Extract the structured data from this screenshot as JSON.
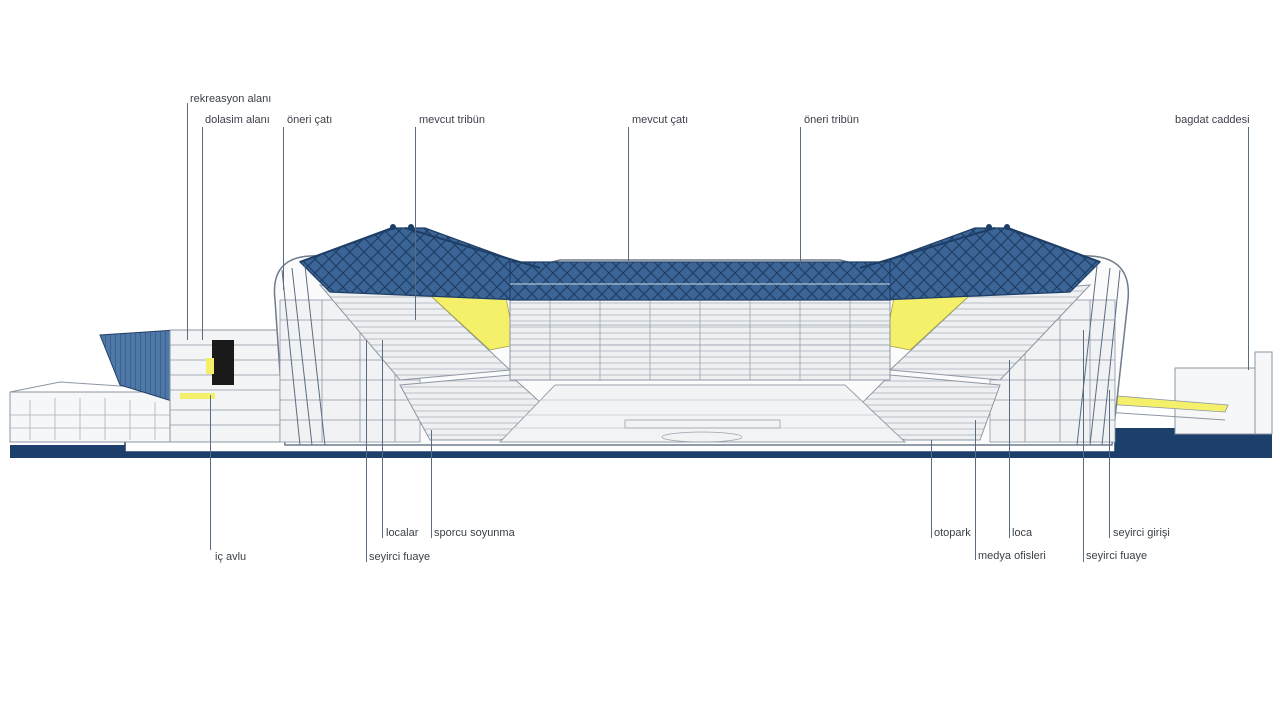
{
  "labels": {
    "rekreasyon_alani": "rekreasyon alanı",
    "dolasim_alani": "dolasim alanı",
    "oneri_cati": "öneri çatı",
    "mevcut_tribun": "mevcut tribün",
    "mevcut_cati": "mevcut çatı",
    "oneri_tribun": "öneri tribün",
    "bagdat_caddesi": "bagdat caddesi",
    "ic_avlu": "iç avlu",
    "seyirci_fuaye_left": "seyirci fuaye",
    "localar": "localar",
    "sporcu_soyunma": "sporcu soyunma",
    "otopark": "otopark",
    "medya_ofisleri": "medya ofisleri",
    "loca": "loca",
    "seyirci_fuaye_right": "seyirci fuaye",
    "seyirci_girisi": "seyirci girişi"
  },
  "colors": {
    "roof_blue": "#2f5585",
    "dark_blue": "#1f3e66",
    "highlight_yellow": "#f4f06a",
    "line_grey": "#8c96a3",
    "ground": "#1d3f6b"
  }
}
